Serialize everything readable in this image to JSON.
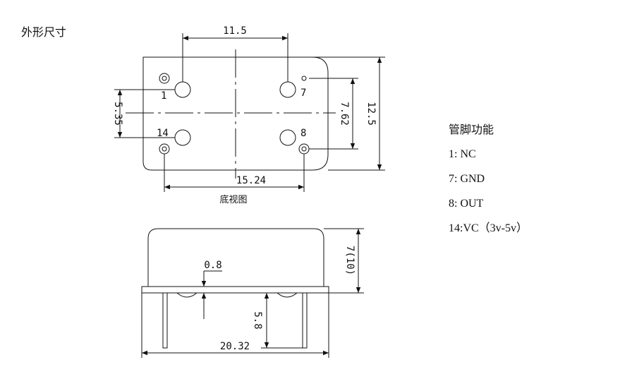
{
  "title": "外形尺寸",
  "bottom_view": {
    "caption": "底视图",
    "dims": {
      "pin_spacing_top": "11.5",
      "left_pin_vertical": "5.35",
      "right_pin_vertical": "7.62",
      "body_height": "12.5",
      "pin_spacing_bottom": "15.24"
    },
    "pins": {
      "p1": "1",
      "p7": "7",
      "p14": "14",
      "p8": "8"
    }
  },
  "side_view": {
    "dims": {
      "pin_diameter": "0.8",
      "body_thickness": "7(10)",
      "pin_length": "5.8",
      "body_length": "20.32"
    }
  },
  "pin_functions": {
    "title": "管脚功能",
    "items": [
      "1: NC",
      "7: GND",
      "8: OUT",
      "14:VC（3v-5v）"
    ]
  }
}
